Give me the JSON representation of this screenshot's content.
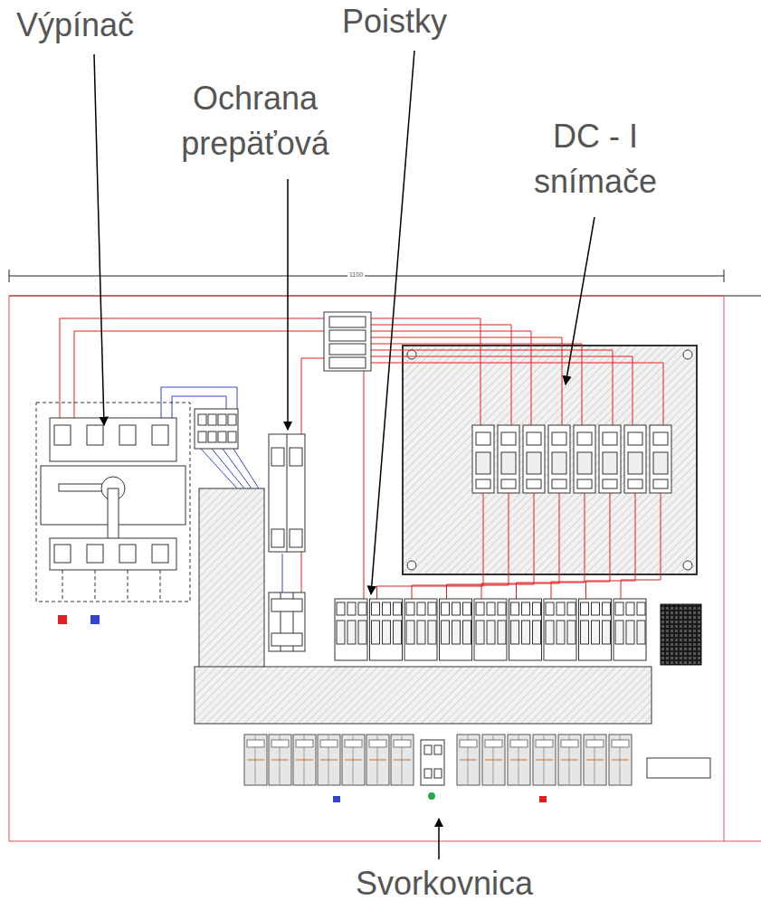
{
  "diagram": {
    "labels": [
      "Výpínač",
      "Poistky",
      "Ochrana prepäťová",
      "DC - I snímače",
      "1100",
      "Svorkovnica"
    ]
  }
}
